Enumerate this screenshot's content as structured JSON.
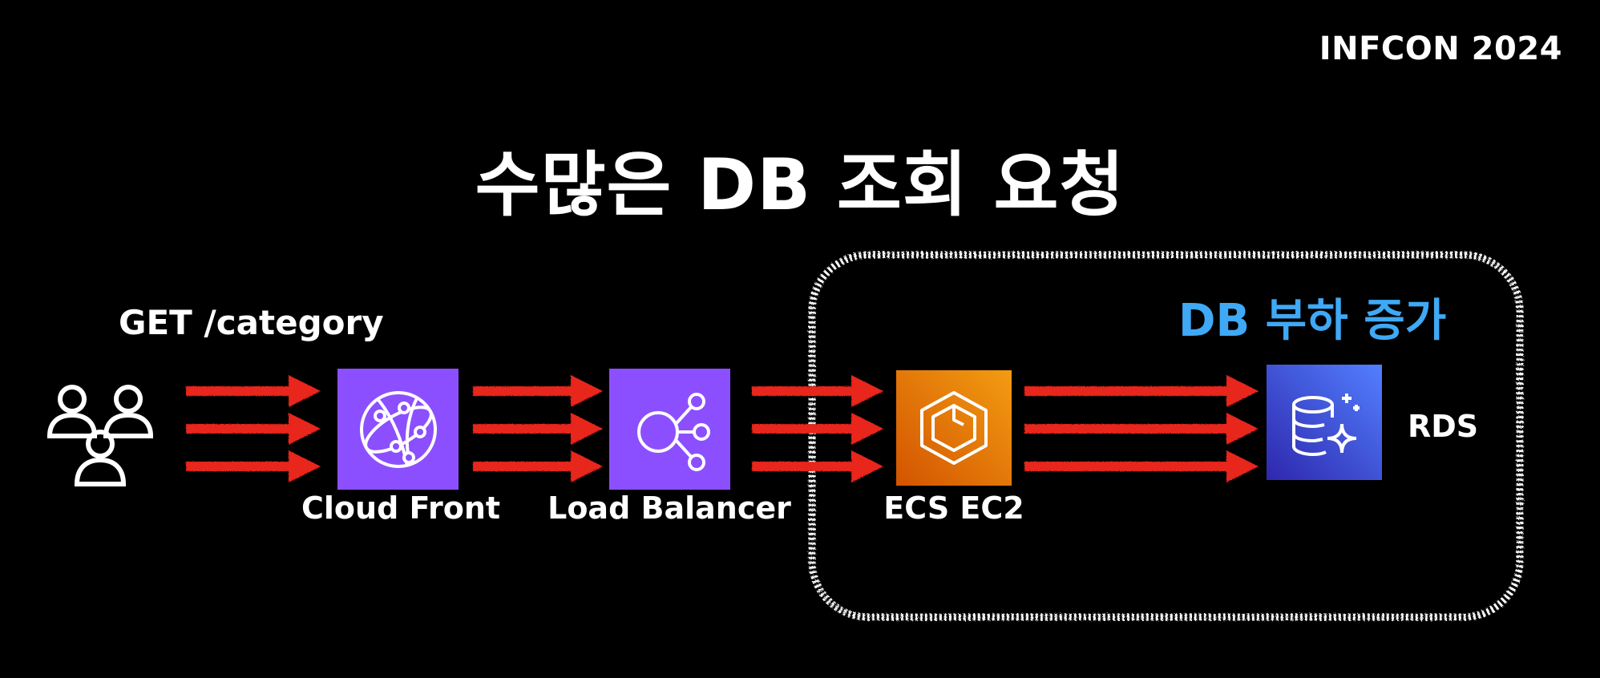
{
  "slide": {
    "brand": "INFCON 2024",
    "title": "수많은 DB 조회 요청",
    "request_label": "GET /category",
    "highlight_label": "DB 부하 증가"
  },
  "diagram": {
    "nodes": [
      {
        "id": "users",
        "icon": "users-icon",
        "label": ""
      },
      {
        "id": "cloudfront",
        "icon": "cloudfront-icon",
        "label": "Cloud Front",
        "color": "#8C4FFF"
      },
      {
        "id": "loadbalancer",
        "icon": "load-balancer-icon",
        "label": "Load Balancer",
        "color": "#8C4FFF"
      },
      {
        "id": "ecs",
        "icon": "ecs-icon",
        "label": "ECS EC2",
        "color": "#ED7100"
      },
      {
        "id": "rds",
        "icon": "rds-icon",
        "label": "RDS",
        "color": "#3B48CC"
      }
    ],
    "edges": [
      {
        "from": "users",
        "to": "cloudfront",
        "arrows": 3
      },
      {
        "from": "cloudfront",
        "to": "loadbalancer",
        "arrows": 3
      },
      {
        "from": "loadbalancer",
        "to": "ecs",
        "arrows": 3
      },
      {
        "from": "ecs",
        "to": "rds",
        "arrows": 3
      }
    ],
    "arrow_color": "#E8281E",
    "highlight_color": "#3FA9F5",
    "box_color": "#FFFFFF"
  }
}
